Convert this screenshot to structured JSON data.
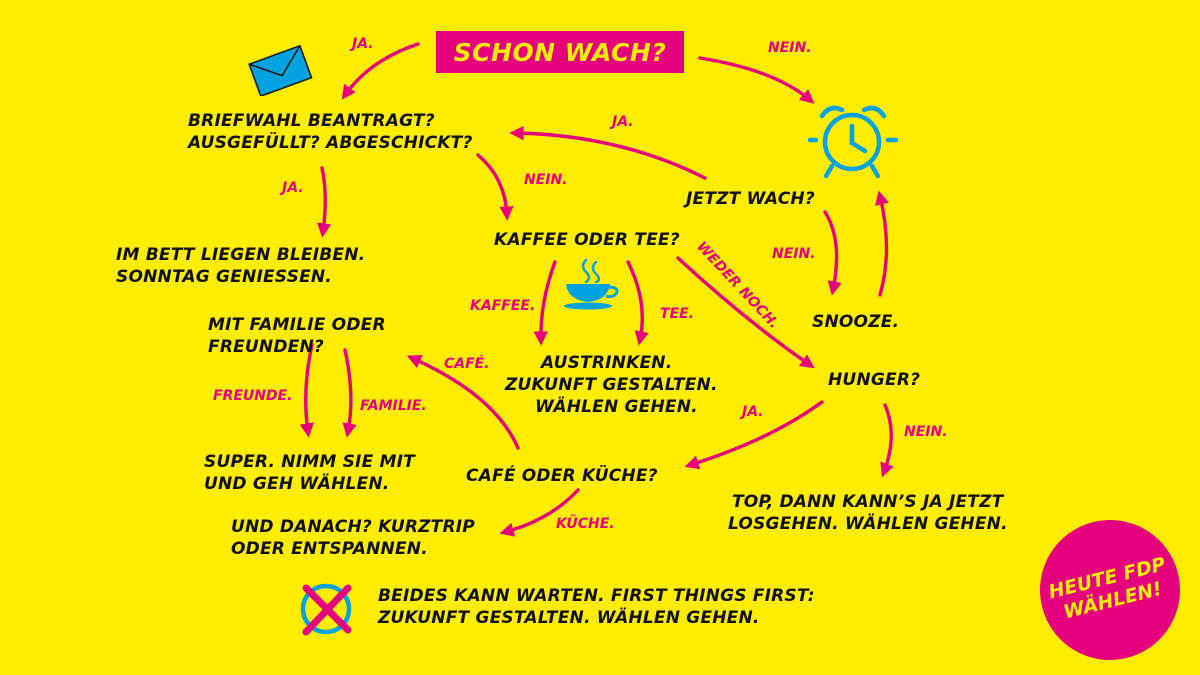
{
  "title": "SCHON WACH?",
  "nodes": {
    "briefwahl": [
      "BRIEFWAHL BEANTRAGT?",
      "AUSGEFÜLLT? ABGESCHICKT?"
    ],
    "bett": [
      "IM BETT LIEGEN BLEIBEN.",
      "SONNTAG GENIESSEN."
    ],
    "kaffee_tee": [
      "KAFFEE ODER TEE?"
    ],
    "jetzt_wach": [
      "JETZT WACH?"
    ],
    "snooze": [
      "SNOOZE."
    ],
    "familie_freunde": [
      "MIT FAMILIE ODER",
      "FREUNDEN?"
    ],
    "austrinken": [
      "AUSTRINKEN.",
      "ZUKUNFT GESTALTEN.",
      "WÄHLEN GEHEN."
    ],
    "hunger": [
      "HUNGER?"
    ],
    "super": [
      "SUPER. NIMM SIE MIT",
      "UND GEH WÄHLEN."
    ],
    "cafe_kueche": [
      "CAFÉ ODER KÜCHE?"
    ],
    "top": [
      "TOP, DANN KANN’S JA JETZT",
      "LOSGEHEN. WÄHLEN GEHEN."
    ],
    "danach": [
      "UND DANACH? KURZTRIP",
      "ODER ENTSPANNEN."
    ],
    "beides": [
      "BEIDES KANN WARTEN. FIRST THINGS FIRST:",
      "ZUKUNFT GESTALTEN. WÄHLEN GEHEN."
    ]
  },
  "labels": {
    "ja_top": "JA.",
    "nein_top": "NEIN.",
    "ja_briefwahl": "JA.",
    "nein_briefwahl": "NEIN.",
    "ja_jetzt": "JA.",
    "nein_jetzt": "NEIN.",
    "kaffee": "KAFFEE.",
    "tee": "TEE.",
    "weder_noch": "WEDER NOCH.",
    "cafe": "CAFÉ.",
    "freunde": "FREUNDE.",
    "familie": "FAMILIE.",
    "ja_hunger": "JA.",
    "nein_hunger": "NEIN.",
    "kueche": "KÜCHE."
  },
  "badge": [
    "HEUTE FDP",
    "WÄHLEN!"
  ],
  "colors": {
    "background": "#FFED00",
    "magenta": "#E5007D",
    "cyan": "#00A3E0",
    "text": "#111111"
  },
  "icons": [
    "envelope-icon",
    "alarm-clock-icon",
    "coffee-cup-icon",
    "ballot-cross-icon"
  ]
}
